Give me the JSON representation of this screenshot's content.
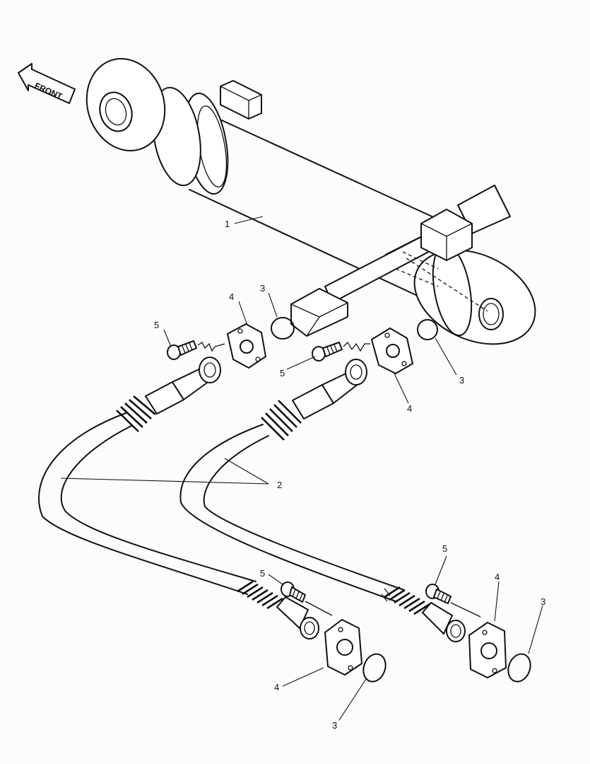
{
  "direction_label": "FRONT",
  "callouts": [
    {
      "id": "callout-1",
      "text": "1"
    },
    {
      "id": "callout-2",
      "text": "2"
    },
    {
      "id": "callout-3a",
      "text": "3"
    },
    {
      "id": "callout-3b",
      "text": "3"
    },
    {
      "id": "callout-3c",
      "text": "3"
    },
    {
      "id": "callout-3d",
      "text": "3"
    },
    {
      "id": "callout-4a",
      "text": "4"
    },
    {
      "id": "callout-4b",
      "text": "4"
    },
    {
      "id": "callout-4c",
      "text": "4"
    },
    {
      "id": "callout-4d",
      "text": "4"
    },
    {
      "id": "callout-5a",
      "text": "5"
    },
    {
      "id": "callout-5b",
      "text": "5"
    },
    {
      "id": "callout-5c",
      "text": "5"
    },
    {
      "id": "callout-5d",
      "text": "5"
    }
  ]
}
